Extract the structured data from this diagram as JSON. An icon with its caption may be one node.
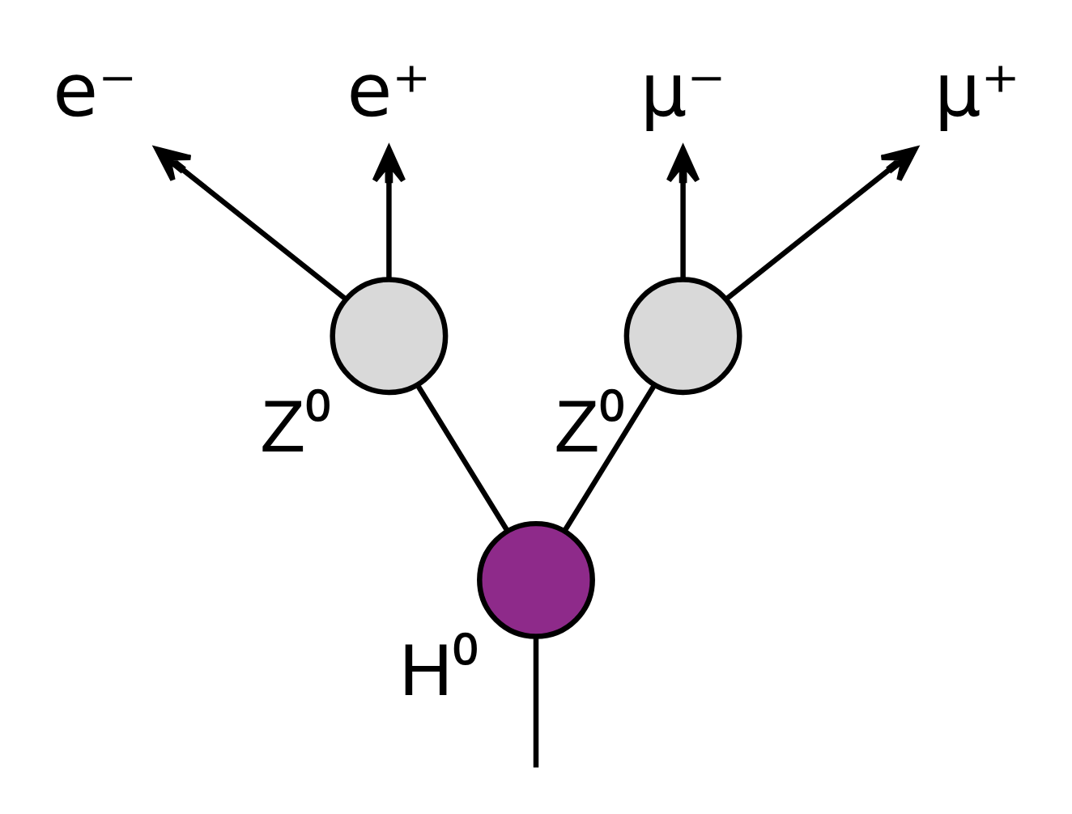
{
  "diagram": {
    "nodes": [
      {
        "text": [
          "e⁻"
        ]
      },
      {
        "text": [
          "e⁺"
        ]
      },
      {
        "text": [],
        "shape": "circle",
        "beside": [
          "Z⁰"
        ]
      },
      {
        "text": [
          "μ⁻"
        ]
      },
      {
        "text": [
          "μ⁺"
        ]
      },
      {
        "text": [],
        "shape": "circle",
        "beside": [
          "H⁰"
        ]
      },
      {
        "text": [],
        "shape": "circle",
        "beside": [
          "Z⁰"
        ]
      }
    ],
    "edges": [
      {
        "from": 2,
        "to": 0,
        "arrow": "to"
      },
      {
        "from": 2,
        "to": 1,
        "arrow": "to"
      },
      {
        "from": 5,
        "to": 2,
        "arrow": "none"
      },
      {
        "from": 5,
        "to": 6,
        "arrow": "none"
      },
      {
        "from": 6,
        "to": 3,
        "arrow": "to"
      },
      {
        "from": 6,
        "to": 4,
        "arrow": "to"
      },
      {
        "from": null,
        "to": 5,
        "arrow": "none"
      }
    ]
  }
}
